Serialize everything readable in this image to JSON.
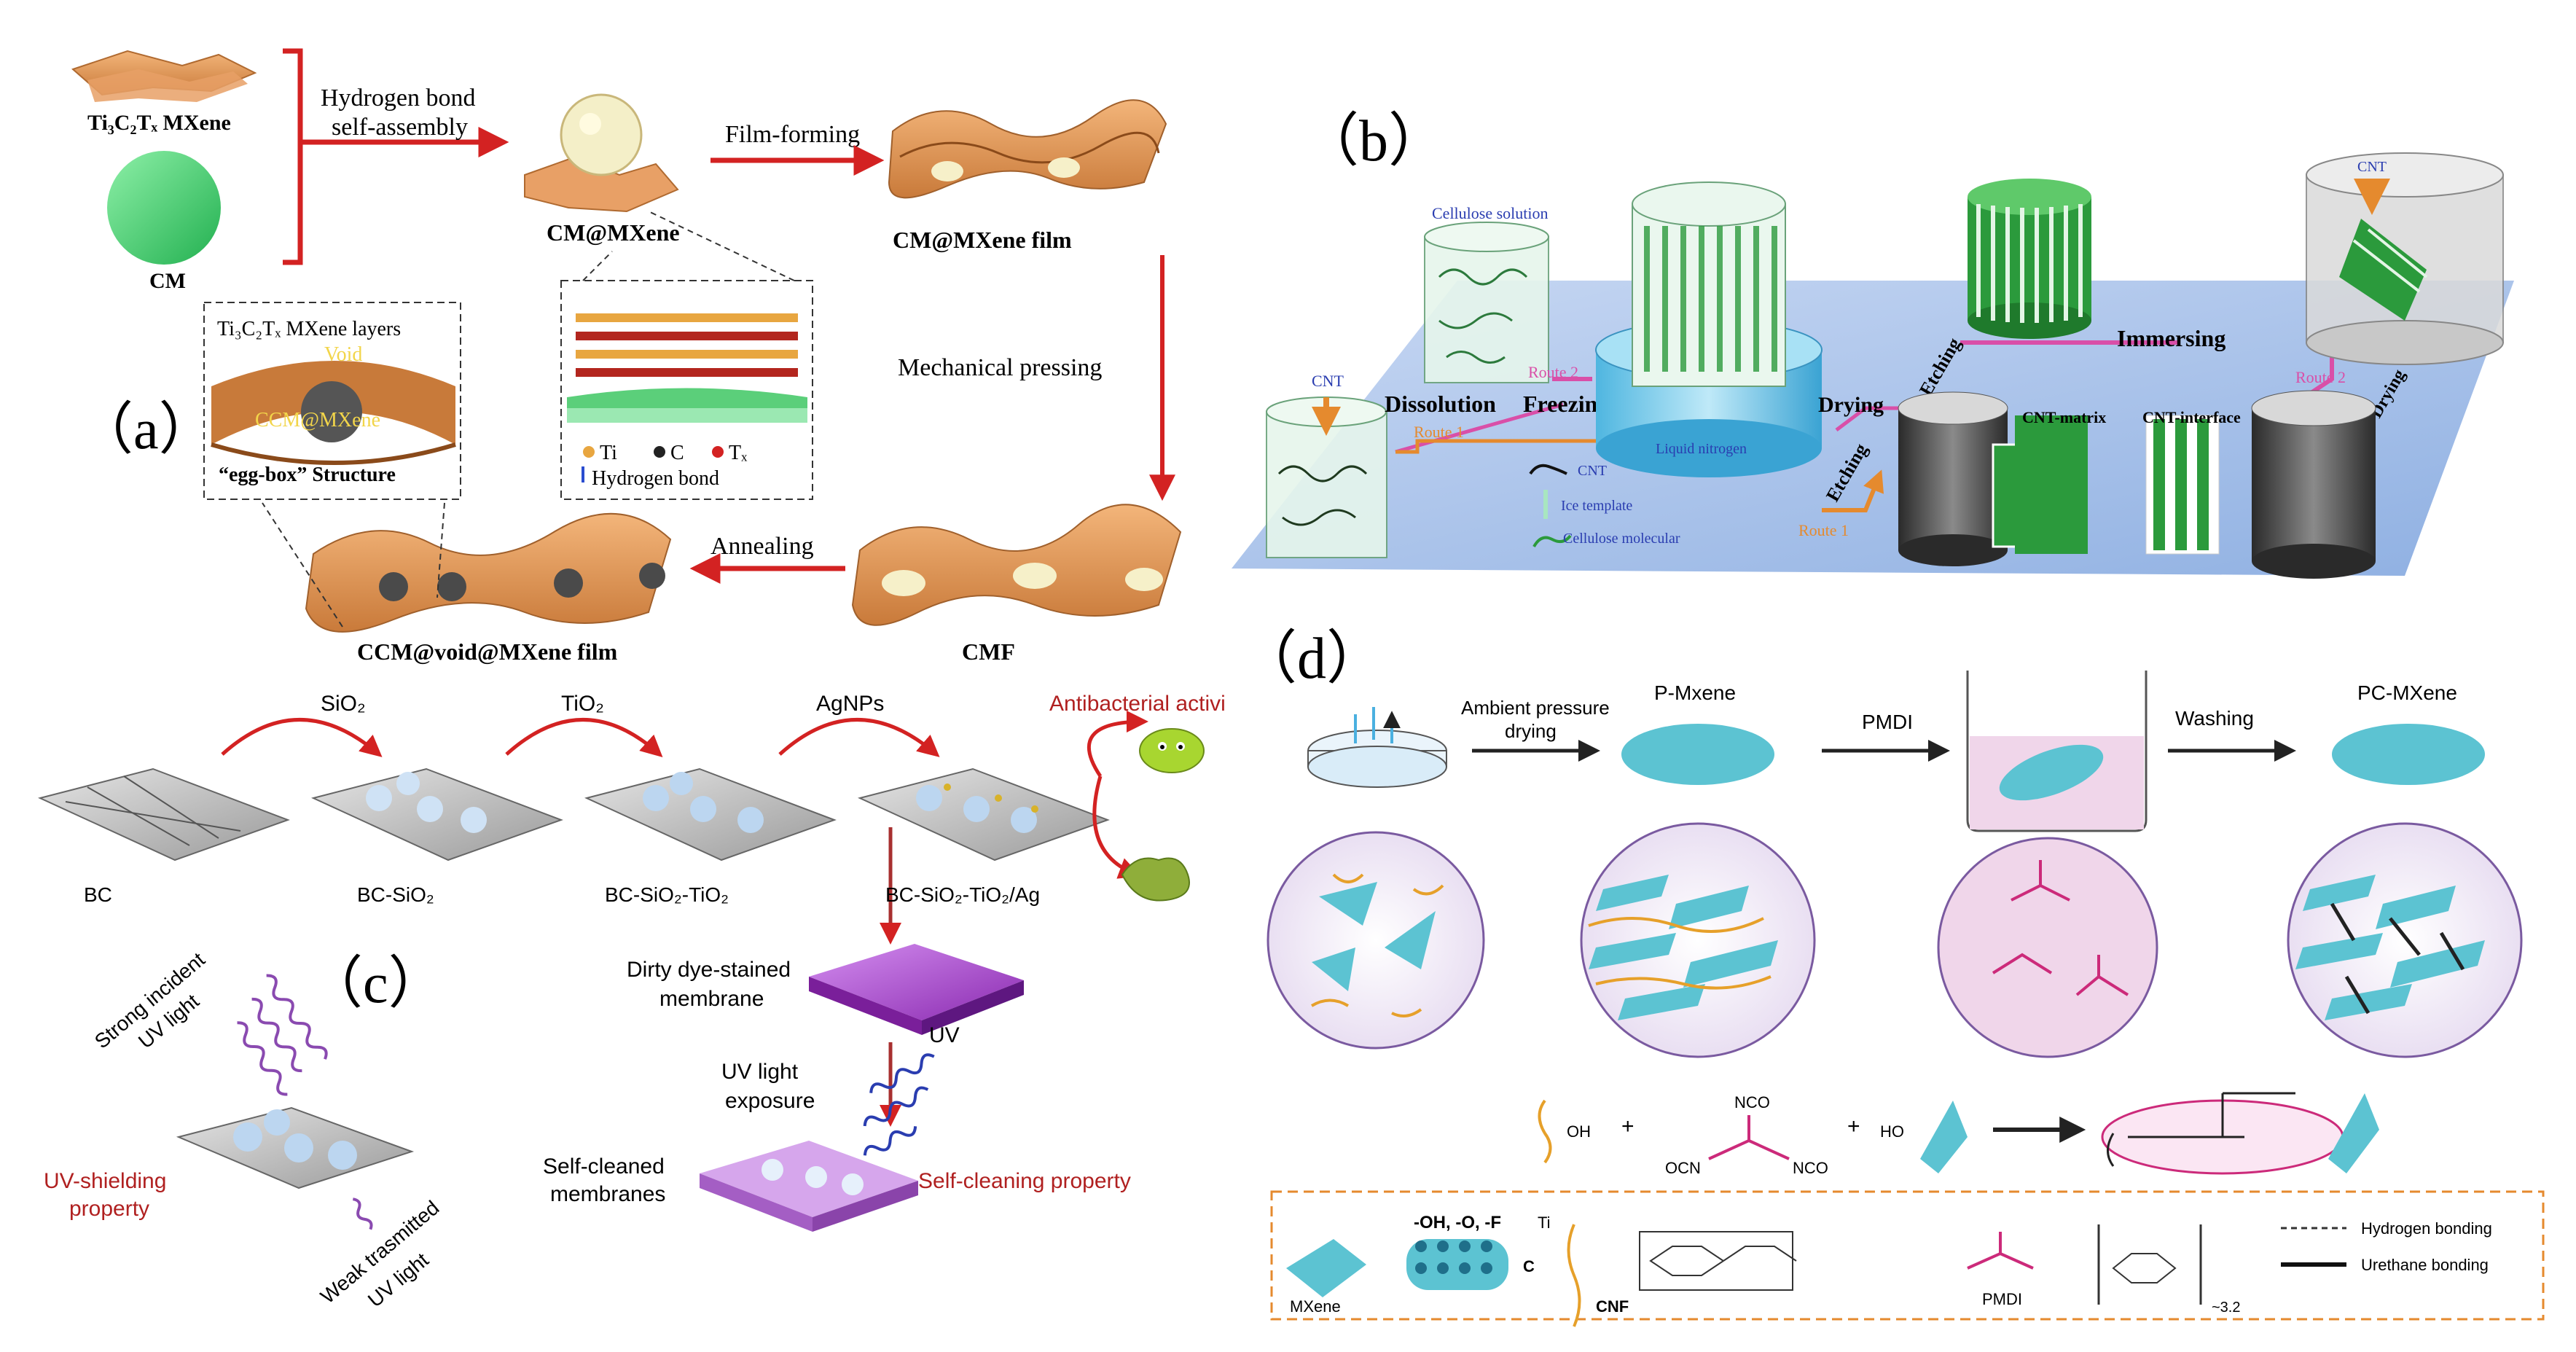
{
  "panels": {
    "a": {
      "label": "（a）",
      "mxene_label": "Ti₃C₂Tₓ MXene",
      "cm_label": "CM",
      "hbond_line1": "Hydrogen bond",
      "hbond_line2": "self-assembly",
      "cm_mxene": "CM@MXene",
      "film_forming": "Film-forming",
      "cm_mxene_film": "CM@MXene film",
      "mech_pressing": "Mechanical pressing",
      "annealing": "Annealing",
      "cmf": "CMF",
      "ccm_film": "CCM@void@MXene film",
      "inset_layers": "Ti₃C₂Tₓ MXene layers",
      "inset_void": "Void",
      "inset_ccm": "CCM@MXene",
      "egg_box": "“egg-box” Structure",
      "legend_ti": "Ti",
      "legend_c": "C",
      "legend_tx": "Tₓ",
      "legend_hbond": "Hydrogen bond"
    },
    "b": {
      "label": "（b）",
      "cellulose_solution": "Cellulose solution",
      "cnt_top": "CNT",
      "cnt_left": "CNT",
      "dissolution": "Dissolution",
      "freezing": "Freezing",
      "route2_a": "Route 2",
      "route1_a": "Route 1",
      "route1_b": "Route 1",
      "route2_b": "Route 2",
      "liquid_nitrogen": "Liquid nitrogen",
      "legend_cnt": "CNT",
      "legend_ice": "Ice template",
      "legend_cellulose": "Cellulose molecular",
      "drying": "Drying",
      "etching_top": "Etching",
      "etching_bottom": "Etching",
      "immersing": "Immersing",
      "drying_right": "Drying",
      "cnt_matrix": "CNT-matrix",
      "cnt_interface": "CNT-interface"
    },
    "c": {
      "label": "（c）",
      "sio2": "SiO₂",
      "tio2": "TiO₂",
      "agnps": "AgNPs",
      "antibacterial": "Antibacterial activi",
      "bc": "BC",
      "bc_sio2": "BC-SiO₂",
      "bc_sio2_tio2": "BC-SiO₂-TiO₂",
      "bc_sio2_tio2_ag": "BC-SiO₂-TiO₂/Ag",
      "dirty_1": "Dirty dye-stained",
      "dirty_2": "membrane",
      "uv_exp_1": "UV light",
      "uv_exp_2": "exposure",
      "uv": "UV",
      "self_cleaned_1": "Self-cleaned",
      "self_cleaned_2": "membranes",
      "self_cleaning": "Self-cleaning property",
      "strong_1": "Strong incident",
      "strong_2": "UV light",
      "uv_shield_1": "UV-shielding",
      "uv_shield_2": "property",
      "weak_1": "Weak trasmitted",
      "weak_2": "UV light"
    },
    "d": {
      "label": "（d）",
      "ambient_1": "Ambient pressure",
      "ambient_2": "drying",
      "p_mxene": "P-Mxene",
      "pmdi_arrow": "PMDI",
      "washing": "Washing",
      "pc_mxene": "PC-MXene",
      "oh": "OH",
      "plus1": "+",
      "plus2": "+",
      "ho": "HO",
      "nco_top": "NCO",
      "ocn": "OCN",
      "nco_right": "NCO",
      "legend_mxene": "MXene",
      "legend_groups": "-OH, -O, -F",
      "legend_ti": "Ti",
      "legend_c": "C",
      "legend_cnf": "CNF",
      "legend_pmdi": "PMDI",
      "legend_subscript": "~3.2",
      "legend_hbond": "Hydrogen bonding",
      "legend_urethane": "Urethane bonding"
    }
  },
  "colors": {
    "arrow_red": "#d32222",
    "mxene_orange": "#e8a066",
    "cm_green": "#3fcf6a",
    "platform_blue": "#a9c3ea",
    "route_pink": "#d94fa8",
    "route_orange": "#e58a2e",
    "cnt_green": "#2b9a3c",
    "membrane_purple": "#b04ad0",
    "sheet_cyan": "#5cc3d2",
    "fiber_orange": "#e6a02a",
    "pmdi_magenta": "#cc2a7a",
    "red_text": "#b02020"
  },
  "icons": [
    "arrow-right-icon",
    "arrow-down-icon",
    "arrow-left-icon",
    "bacteria-icon",
    "uv-wave-icon",
    "beaker-icon",
    "petri-dish-icon"
  ]
}
